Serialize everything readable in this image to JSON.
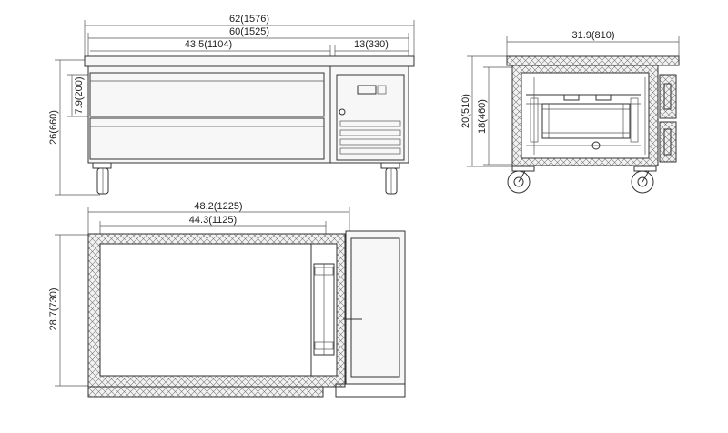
{
  "front_view": {
    "overall_width": "62(1576)",
    "top_width": "60(1525)",
    "drawer_width": "43.5(1104)",
    "compressor_width": "13(330)",
    "drawer_height": "7.9(200)",
    "overall_height": "26(660)"
  },
  "side_view": {
    "depth": "31.9(810)",
    "height_510": "20(510)",
    "height_460": "18(460)"
  },
  "top_view": {
    "outer_width": "48.2(1225)",
    "inner_width": "44.3(1125)",
    "depth_730": "28.7(730)"
  },
  "colors": {
    "line": "#333333",
    "hatch": "#6a6a6a",
    "fill": "#f7f7f7"
  }
}
